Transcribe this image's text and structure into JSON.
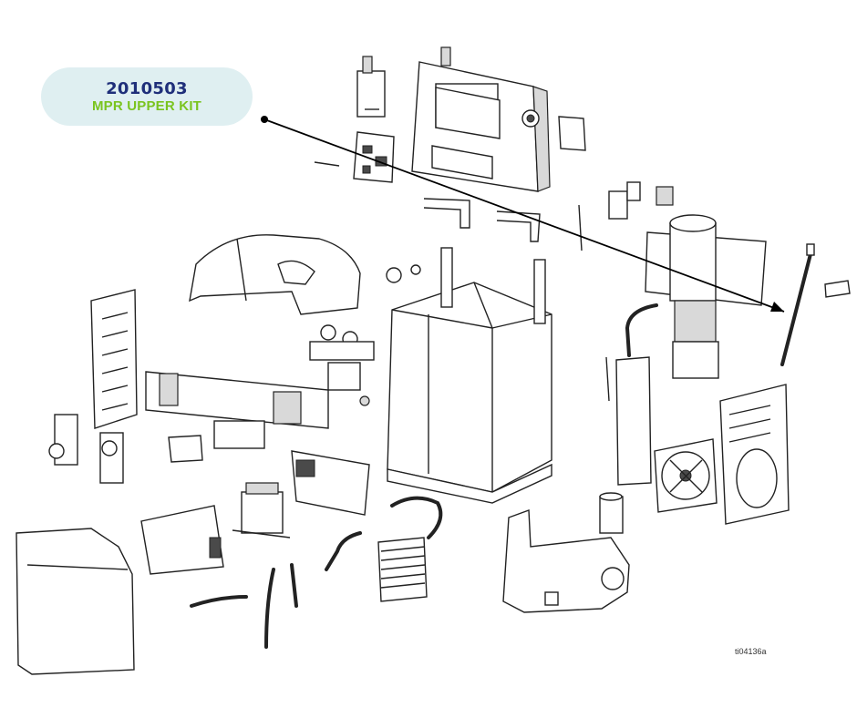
{
  "callout": {
    "part_number": "2010503",
    "part_name": "MPR UPPER KIT"
  },
  "reference_code": "ti04136a",
  "colors": {
    "callout_bg": "#dfeff1",
    "part_number": "#1f2f7a",
    "part_name": "#7ac41f"
  }
}
